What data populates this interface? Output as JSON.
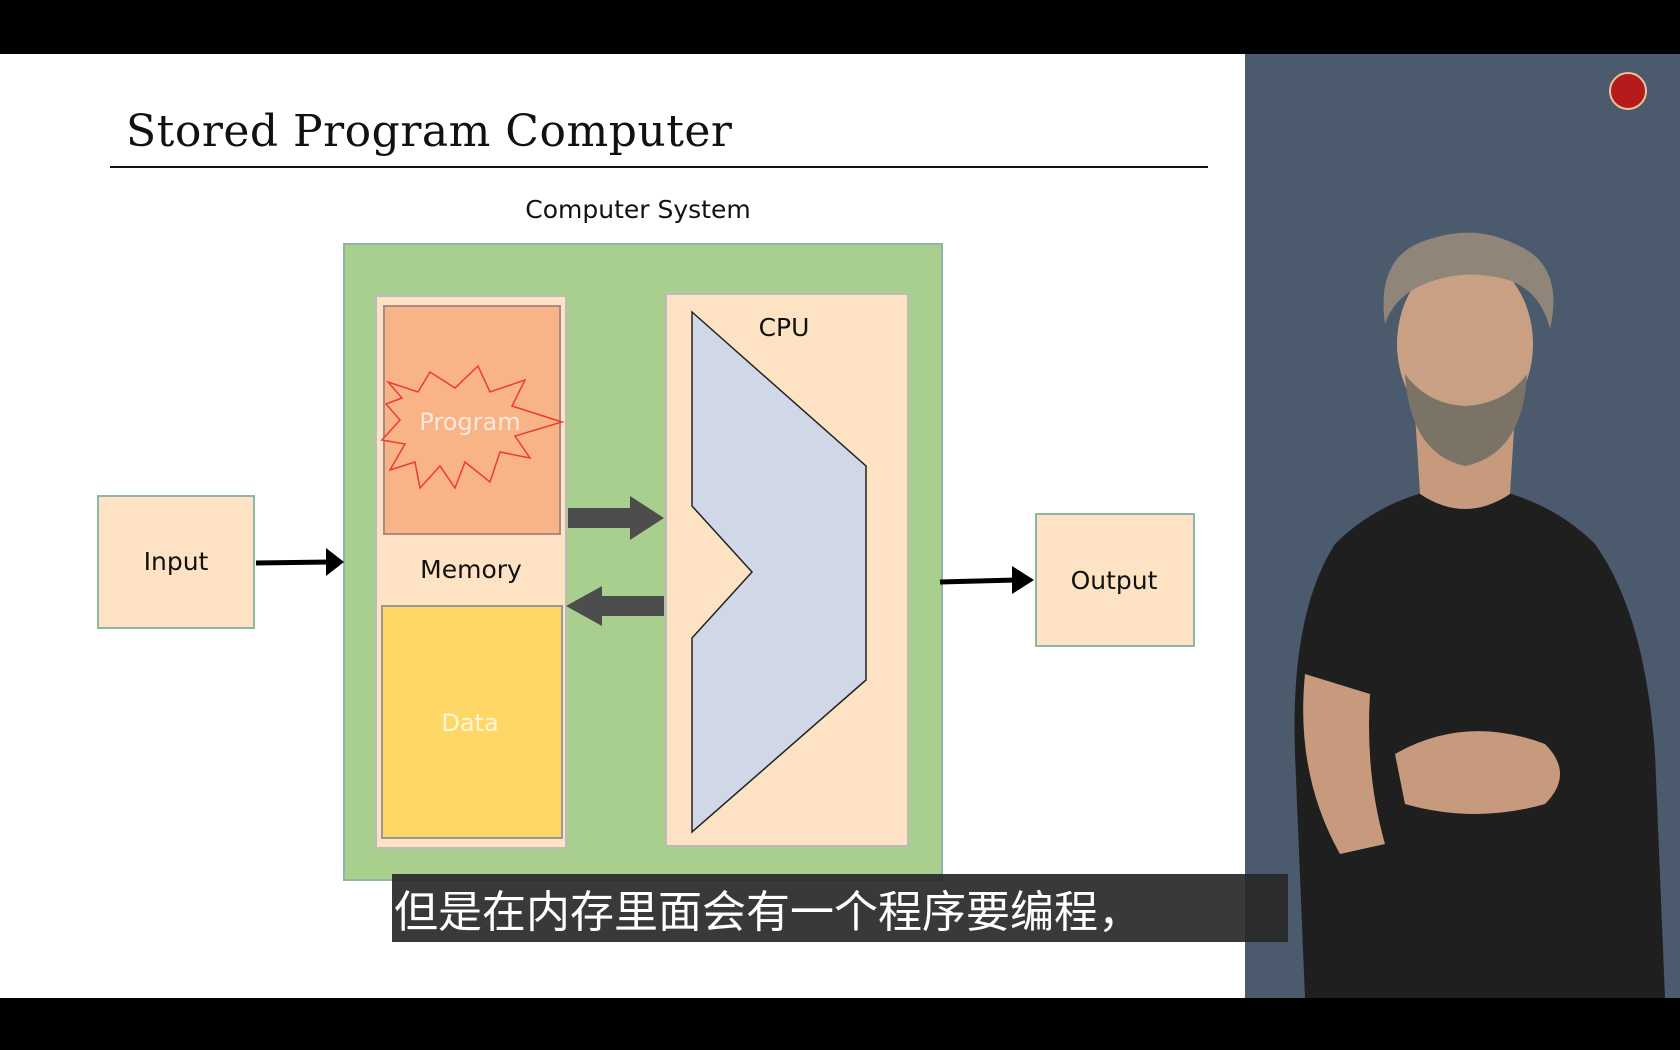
{
  "slide": {
    "title": "Stored Program Computer"
  },
  "diagram": {
    "system_label": "Computer System",
    "input_label": "Input",
    "output_label": "Output",
    "memory_label": "Memory",
    "program_label": "Program",
    "data_label": "Data",
    "cpu_label": "CPU"
  },
  "caption": {
    "text": "但是在内存里面会有一个程序要编程，"
  },
  "colors": {
    "system_fill": "#a9cf8f",
    "box_fill": "#fde3c3",
    "program_fill": "#f8b487",
    "data_fill": "#fed766",
    "cpu_shape_fill": "#d0d7e6",
    "arrow_gray": "#4d4d4d",
    "presenter_bg": "#4b5a6d"
  }
}
